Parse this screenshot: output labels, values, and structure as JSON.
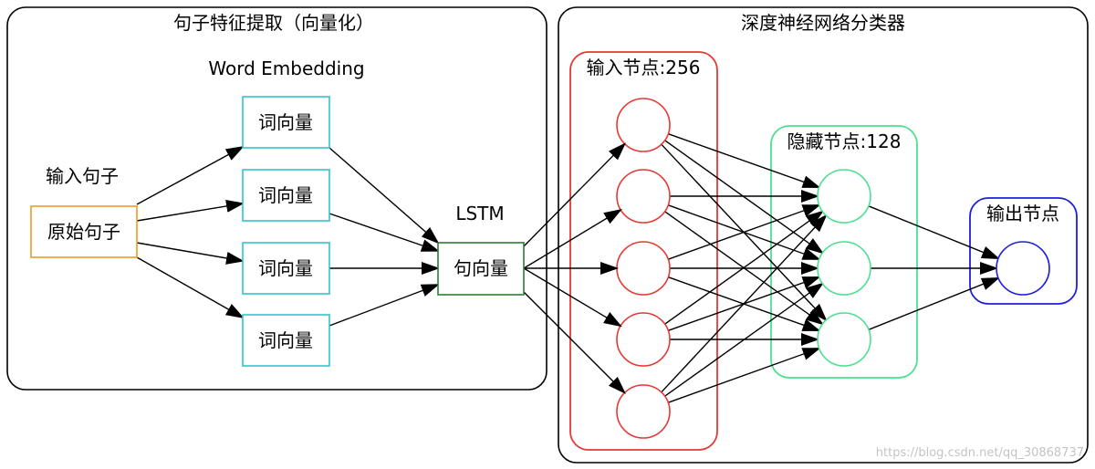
{
  "colors": {
    "orange": "#f39a1f",
    "cyan": "#2fc5cc",
    "green": "#2e7d32",
    "red": "#e53935",
    "mint": "#4be08f",
    "blue": "#1e1ee0",
    "black": "#000000"
  },
  "left_panel": {
    "title": "句子特征提取（向量化）",
    "embedding_label": "Word Embedding",
    "input_label": "输入句子",
    "input_box": "原始句子",
    "word_vectors": [
      "词向量",
      "词向量",
      "词向量",
      "词向量"
    ],
    "lstm_label": "LSTM",
    "sentence_vector": "句向量"
  },
  "right_panel": {
    "title": "深度神经网络分类器",
    "input_layer_label": "输入节点:256",
    "hidden_layer_label": "隐藏节点:128",
    "output_layer_label": "输出节点",
    "input_node_count": 5,
    "hidden_node_count": 3,
    "output_node_count": 1
  },
  "watermark": "https://blog.csdn.net/qq_30868737"
}
